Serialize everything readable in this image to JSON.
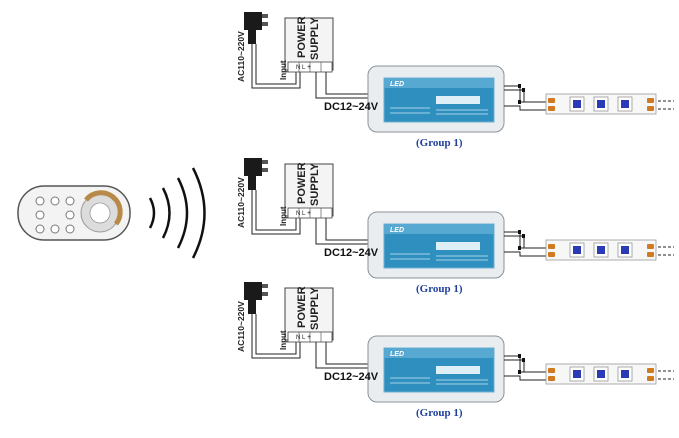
{
  "labels": {
    "mains": "AC110~220V",
    "input": "Input",
    "psu_line1": "POWER",
    "psu_line2": "SUPPLY",
    "dc": "DC12~24V",
    "terminal_n": "N",
    "terminal_l": "L",
    "terminal_plus": "+",
    "controller_brand": "LED",
    "group": "(Group 1)"
  },
  "groups": [
    {
      "label": "(Group 1)"
    },
    {
      "label": "(Group 1)"
    },
    {
      "label": "(Group 1)"
    }
  ],
  "colors": {
    "wire": "#222222",
    "controller_body": "#e9edf0",
    "controller_panel": "#2f8fbf",
    "strip_led": "#2b3bb8",
    "group_text": "#1f3f9a"
  },
  "icons": {
    "remote": "dimmer-remote-icon",
    "signal": "wireless-signal-icon",
    "plug": "power-plug-icon"
  }
}
